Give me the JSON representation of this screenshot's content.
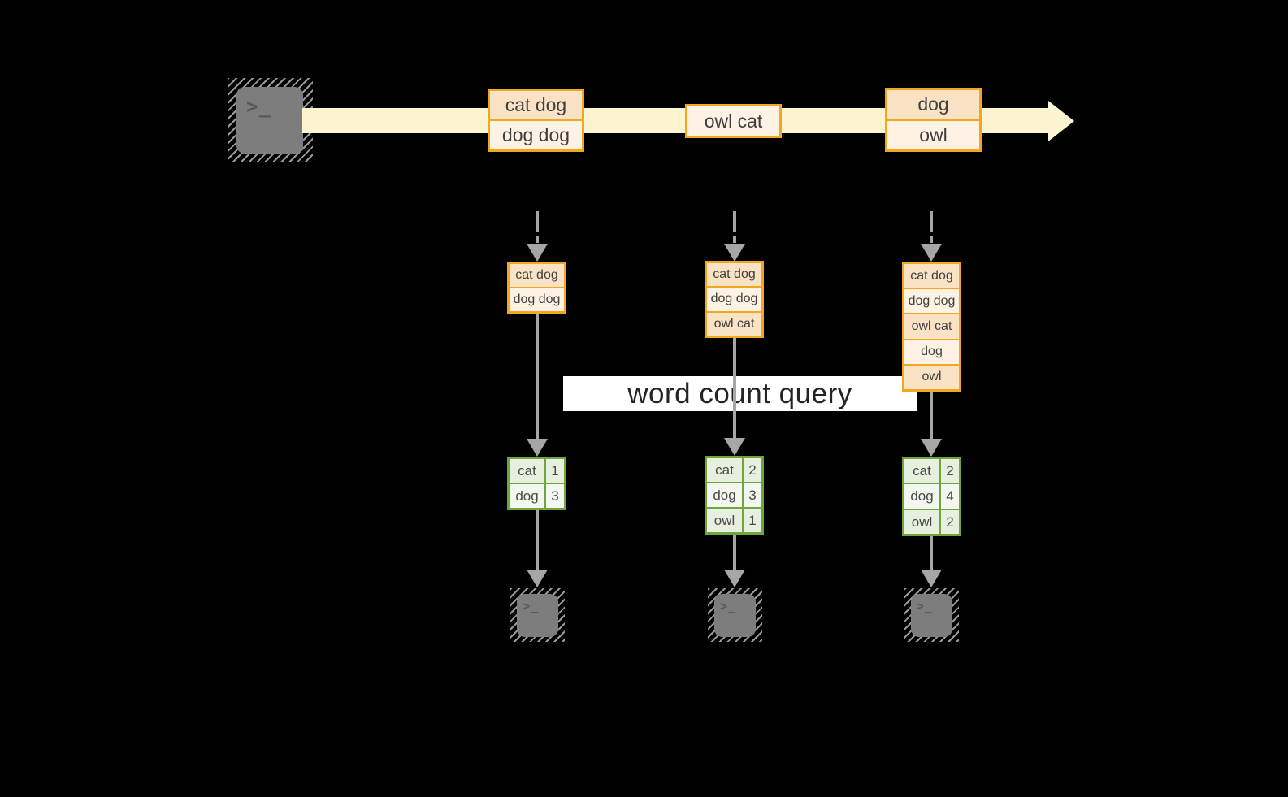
{
  "query_label": "word count query",
  "terminal_prompt": ">_",
  "colors": {
    "background": "#000000",
    "stream_fill": "#FCF3D1",
    "accent_orange": "#F1A81F",
    "cell_peach": "#FAE3C5",
    "cell_cream": "#FDF2E3",
    "accent_green": "#6FA53C",
    "green_cell": "#E7EFDF",
    "arrow_gray": "#A6A6A6",
    "terminal_gray": "#7D7D7D"
  },
  "stream": {
    "records": [
      {
        "lines": [
          "cat dog",
          "dog dog"
        ]
      },
      {
        "lines": [
          "owl cat"
        ]
      },
      {
        "lines": [
          "dog",
          "owl"
        ]
      }
    ]
  },
  "columns": [
    {
      "state": [
        "cat dog",
        "dog dog"
      ],
      "result": [
        {
          "word": "cat",
          "count": "1"
        },
        {
          "word": "dog",
          "count": "3"
        }
      ]
    },
    {
      "state": [
        "cat dog",
        "dog dog",
        "owl cat"
      ],
      "result": [
        {
          "word": "cat",
          "count": "2"
        },
        {
          "word": "dog",
          "count": "3"
        },
        {
          "word": "owl",
          "count": "1"
        }
      ]
    },
    {
      "state": [
        "cat dog",
        "dog dog",
        "owl cat",
        "dog",
        "owl"
      ],
      "result": [
        {
          "word": "cat",
          "count": "2"
        },
        {
          "word": "dog",
          "count": "4"
        },
        {
          "word": "owl",
          "count": "2"
        }
      ]
    }
  ]
}
